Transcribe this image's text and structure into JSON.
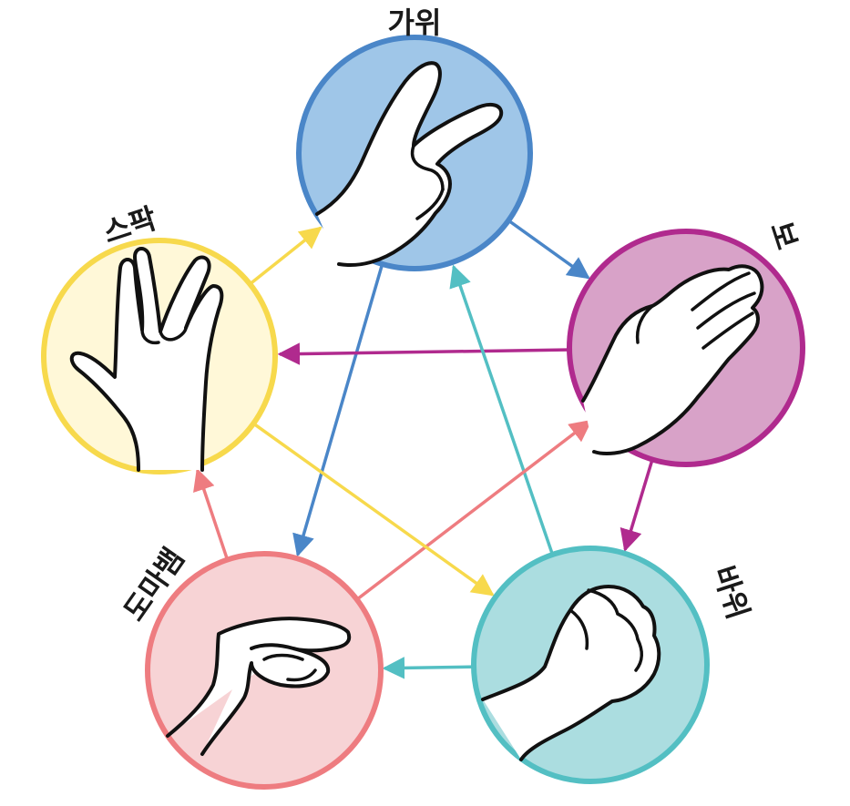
{
  "nodes": {
    "scissors": {
      "label": "가위",
      "fill": "#9fc6e8",
      "stroke": "#4a86c8"
    },
    "paper": {
      "label": "보",
      "fill": "#d8a2c8",
      "stroke": "#b02a8e"
    },
    "rock": {
      "label": "바위",
      "fill": "#abdde0",
      "stroke": "#53bfc3"
    },
    "lizard": {
      "label": "도마뱀",
      "fill": "#f7d3d5",
      "stroke": "#ee7c80"
    },
    "spock": {
      "label": "스팍",
      "fill": "#fff8d8",
      "stroke": "#f7d94c"
    }
  },
  "icons": {
    "scissors": "scissors-hand-icon",
    "paper": "paper-hand-icon",
    "rock": "rock-fist-icon",
    "lizard": "lizard-hand-icon",
    "spock": "spock-hand-icon"
  },
  "edges": [
    {
      "from": "scissors",
      "to": "paper",
      "color": "#4a86c8"
    },
    {
      "from": "scissors",
      "to": "lizard",
      "color": "#4a86c8"
    },
    {
      "from": "paper",
      "to": "rock",
      "color": "#b02a8e"
    },
    {
      "from": "paper",
      "to": "spock",
      "color": "#b02a8e"
    },
    {
      "from": "rock",
      "to": "lizard",
      "color": "#53bfc3"
    },
    {
      "from": "rock",
      "to": "scissors",
      "color": "#53bfc3"
    },
    {
      "from": "lizard",
      "to": "spock",
      "color": "#ee7c80"
    },
    {
      "from": "lizard",
      "to": "paper",
      "color": "#ee7c80"
    },
    {
      "from": "spock",
      "to": "scissors",
      "color": "#f7d94c"
    },
    {
      "from": "spock",
      "to": "rock",
      "color": "#f7d94c"
    }
  ]
}
